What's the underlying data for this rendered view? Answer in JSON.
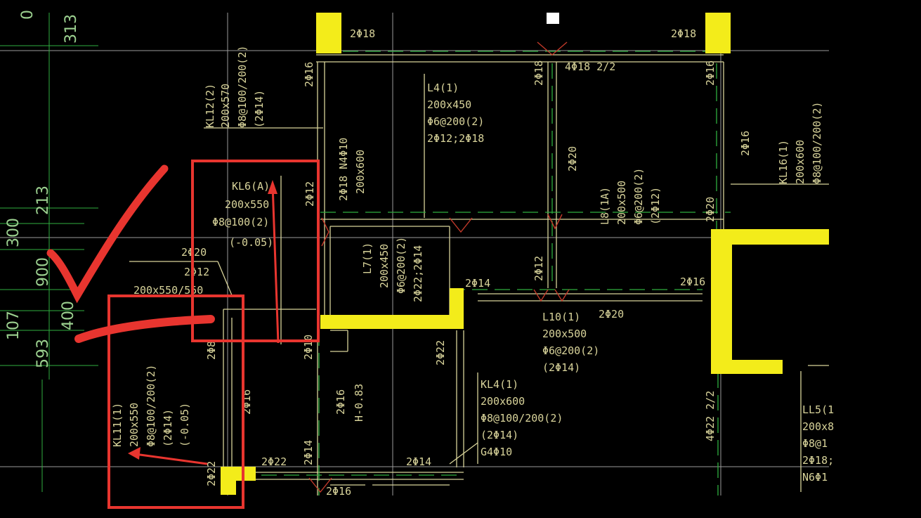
{
  "colors": {
    "background": "#000000",
    "beam_line": "#d8d39a",
    "grid_line": "#bfbfbf",
    "dim_green": "#2fae3f",
    "column_fill": "#f3ec1a",
    "annotation_red": "#e8352f"
  },
  "dimensions": {
    "d313": "313",
    "d213": "213",
    "d300": "300",
    "d900": "900",
    "d400": "400",
    "d107": "107",
    "d593": "593",
    "dtop": "0"
  },
  "labels": {
    "top_left_2phi18": "2Φ18",
    "top_right_2phi18": "2Φ18",
    "v_2phi16_a": "2Φ16",
    "v_2phi18_b": "2Φ18",
    "v_4phi18": "4Φ18 2/2",
    "v_2phi16_c": "2Φ16",
    "kl12_1": "KL12(2)",
    "kl12_2": "200x570",
    "kl12_3": "Φ8@100/200(2)",
    "kl12_4": "(2Φ14)",
    "l4_1": "L4(1)",
    "l4_2": "200x450",
    "l4_3": "Φ6@200(2)",
    "l4_4": "2Φ12;2Φ18",
    "v_2phi18_n4": "2Φ18 N4Φ10",
    "v_200x600": "200x600",
    "v_2phi20_mid": "2Φ20",
    "v_2phi16_r": "2Φ16",
    "kl16_1": "KL16(1)",
    "kl16_2": "200x600",
    "kl16_3": "Φ8@100/200(2)",
    "kl6_1": "KL6(A)",
    "kl6_2": "200x550",
    "kl6_3": "Φ8@100(2)",
    "kl6_4": "(-0.05)",
    "v_2phi12_a": "2Φ12",
    "l8_1": "L8(1A)",
    "l8_2": "200x500",
    "l8_3": "Φ6@200(2)",
    "l8_4": "(2Φ12)",
    "v_2phi20_r": "2Φ20",
    "l_2phi20": "2Φ20",
    "l_2phi12": "2Φ12",
    "l_200x550": "200x550/550",
    "l7_1": "L7(1)",
    "l7_2": "200x450",
    "l7_3": "Φ6@200(2)",
    "l7_4": "2Φ22;2Φ14",
    "h_2phi14": "2Φ14",
    "v_2phi12_b": "2Φ12",
    "h_2phi16": "2Φ16",
    "l10_1": "L10(1)",
    "l10_2": "200x500",
    "l10_3": "Φ6@200(2)",
    "l10_4": "(2Φ14)",
    "h_2phi20": "2Φ20",
    "v_2phi22_mid": "2Φ22",
    "v_2phi8": "2Φ8",
    "v_2phi10": "2Φ10",
    "v_2phi16_low": "2Φ16",
    "v_h": "H-0.83",
    "kl11_1": "KL11(1)",
    "kl11_2": "200x550",
    "kl11_3": "Φ8@100/200(2)",
    "kl11_4": "(2Φ14)",
    "kl11_5": "(-0.05)",
    "v_2phi16_left": "2Φ16",
    "kl4_1": "KL4(1)",
    "kl4_2": "200x600",
    "kl4_3": "Φ8@100/200(2)",
    "kl4_4": "(2Φ14)",
    "kl4_5": "G4Φ10",
    "v_4phi22": "4Φ22 2/2",
    "ll5_1": "LL5(1",
    "ll5_2": "200x8",
    "ll5_3": "Φ8@1",
    "ll5_4": "2Φ18;",
    "ll5_5": "N6Φ1",
    "v_2phi14_bot": "2Φ14",
    "h_2phi22_bot": "2Φ22",
    "h_2phi14_bot": "2Φ14",
    "v_2phi22_bot": "2Φ22",
    "h_2phi16_bot": "2Φ16"
  }
}
